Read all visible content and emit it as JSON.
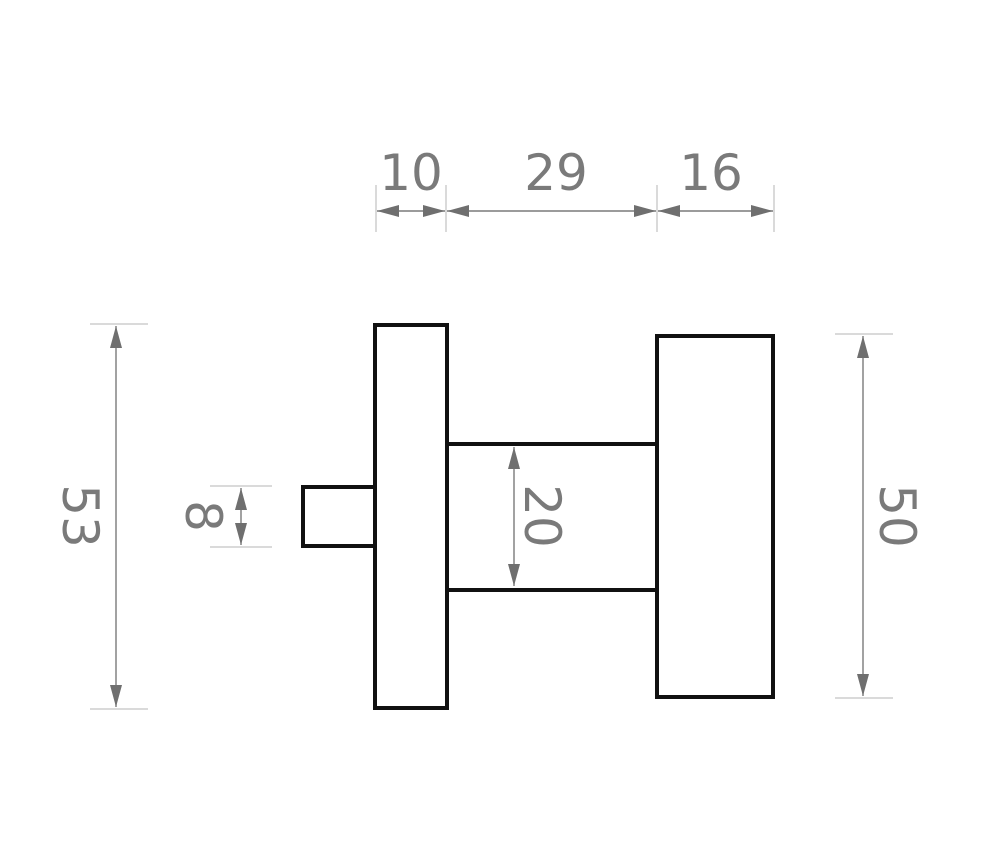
{
  "dimensions": {
    "rosette_thickness": "10",
    "neck_length": "29",
    "knob_thickness": "16",
    "rosette_diameter": "53",
    "spindle_size": "8",
    "neck_diameter": "20",
    "knob_diameter": "50"
  },
  "colors": {
    "outline": "#111111",
    "dimension": "#7a7a7a",
    "background": "#ffffff"
  }
}
